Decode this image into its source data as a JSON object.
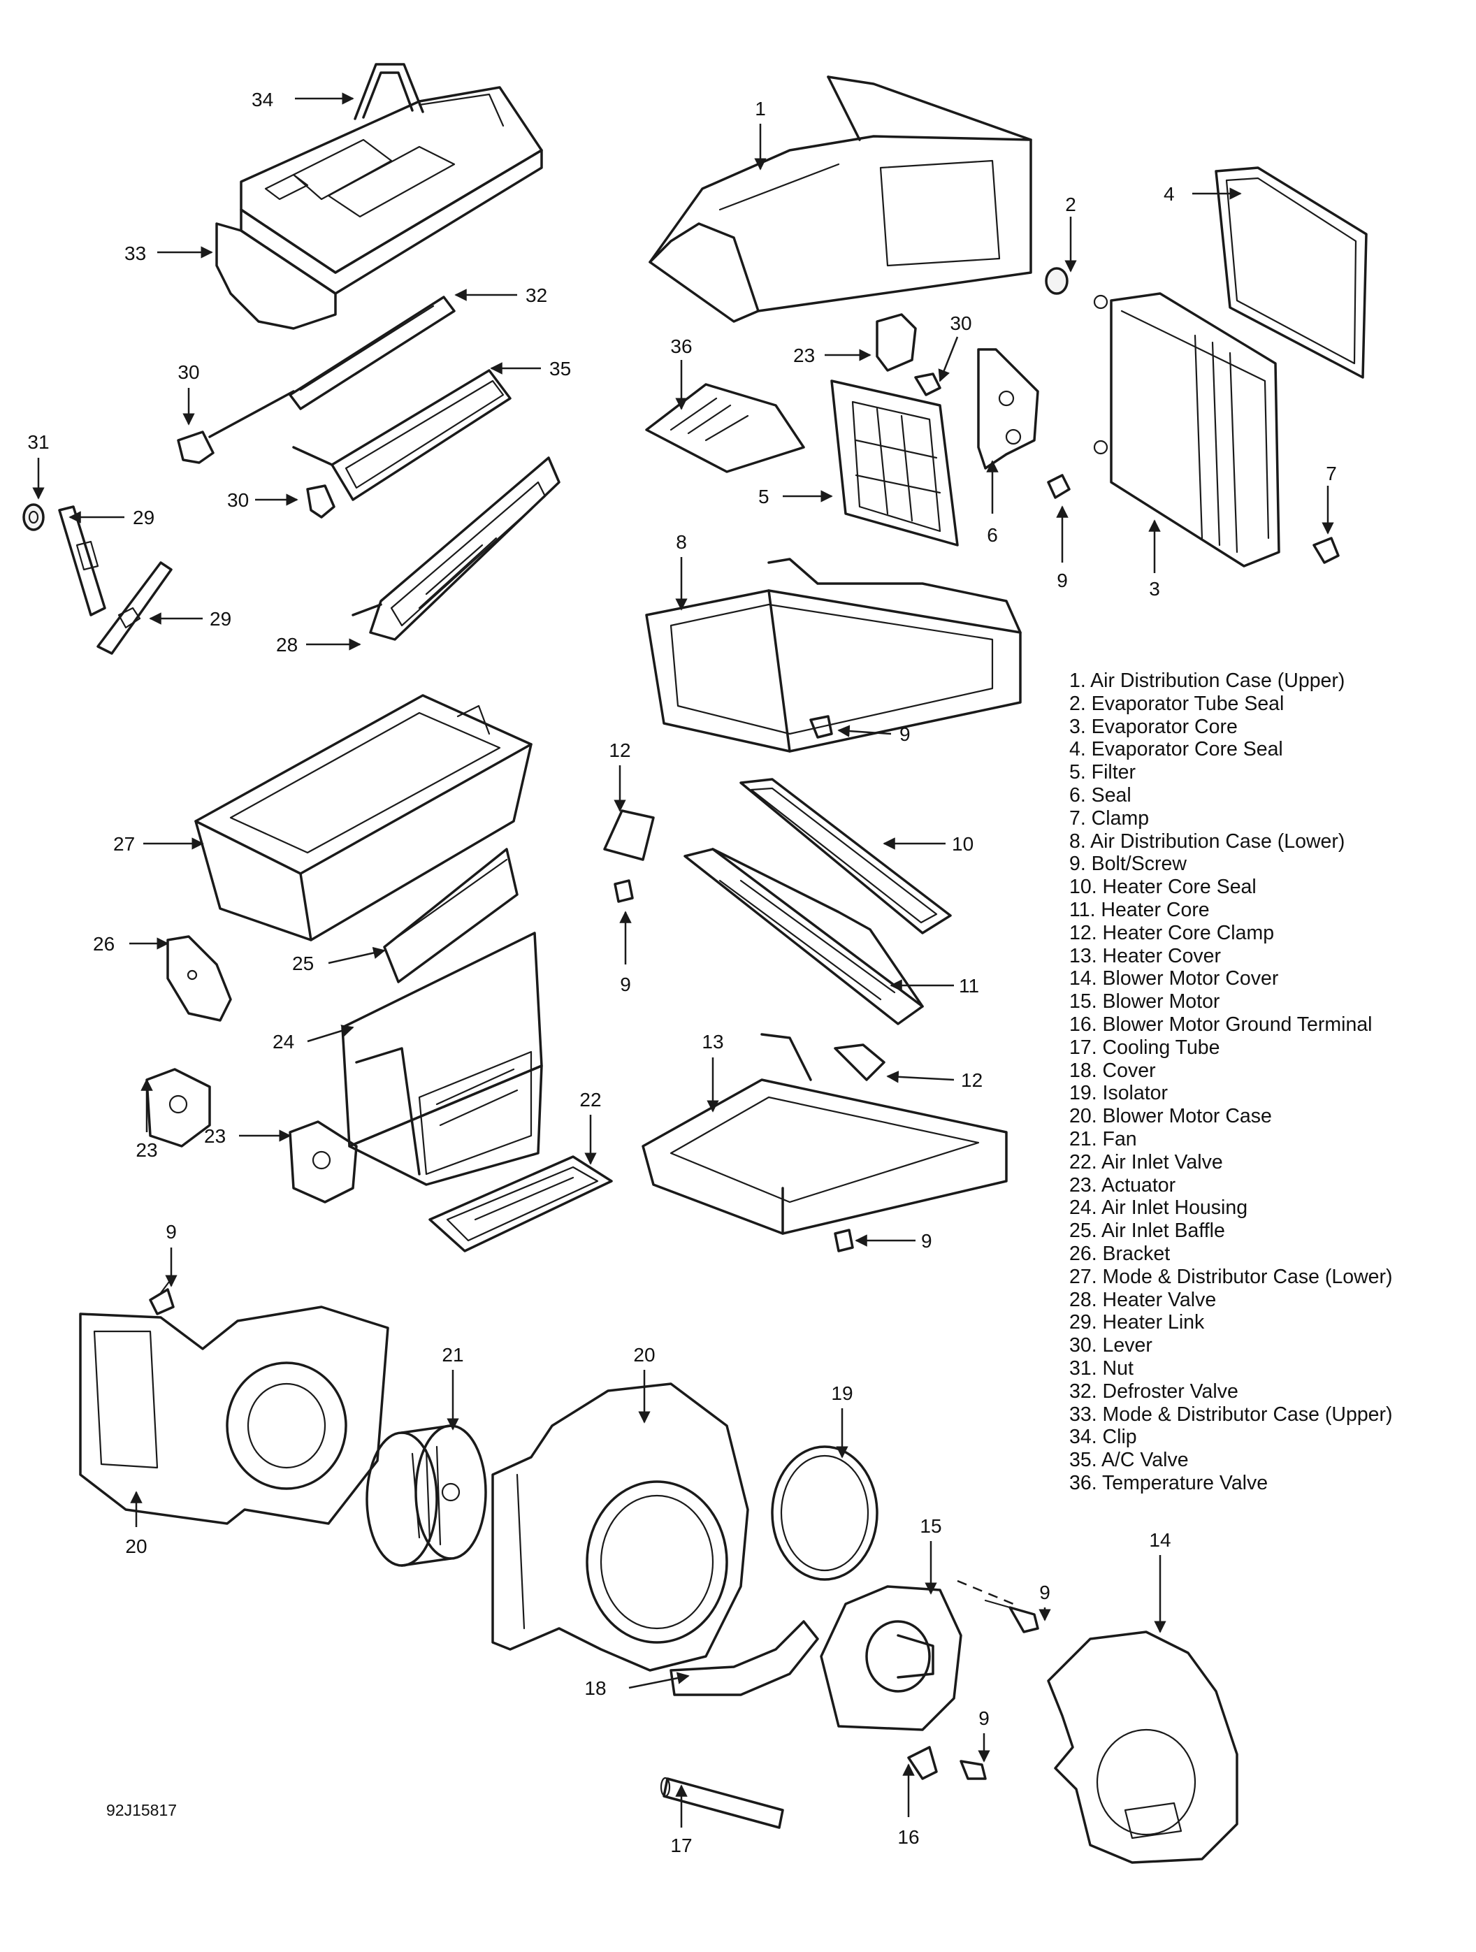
{
  "callout_numbers": [
    "1",
    "2",
    "3",
    "4",
    "5",
    "6",
    "7",
    "8",
    "9",
    "10",
    "11",
    "12",
    "13",
    "14",
    "15",
    "16",
    "17",
    "18",
    "19",
    "20",
    "21",
    "22",
    "23",
    "24",
    "25",
    "26",
    "27",
    "28",
    "29",
    "30",
    "31",
    "32",
    "33",
    "34",
    "35",
    "36"
  ],
  "legend": [
    "1. Air Distribution Case (Upper)",
    "2. Evaporator Tube Seal",
    "3. Evaporator Core",
    "4. Evaporator Core Seal",
    "5. Filter",
    "6. Seal",
    "7. Clamp",
    "8. Air Distribution Case (Lower)",
    "9. Bolt/Screw",
    "10. Heater Core Seal",
    "11. Heater Core",
    "12. Heater Core Clamp",
    "13. Heater Cover",
    "14. Blower Motor Cover",
    "15. Blower Motor",
    "16. Blower Motor Ground Terminal",
    "17. Cooling Tube",
    "18. Cover",
    "19. Isolator",
    "20. Blower Motor Case",
    "21. Fan",
    "22. Air Inlet Valve",
    "23. Actuator",
    "24. Air Inlet Housing",
    "25. Air Inlet Baffle",
    "26. Bracket",
    "27. Mode & Distributor Case (Lower)",
    "28. Heater Valve",
    "29. Heater Link",
    "30. Lever",
    "31. Nut",
    "32. Defroster Valve",
    "33. Mode & Distributor Case (Upper)",
    "34. Clip",
    "35. A/C Valve",
    "36. Temperature Valve"
  ],
  "figure_code": "92J15817"
}
